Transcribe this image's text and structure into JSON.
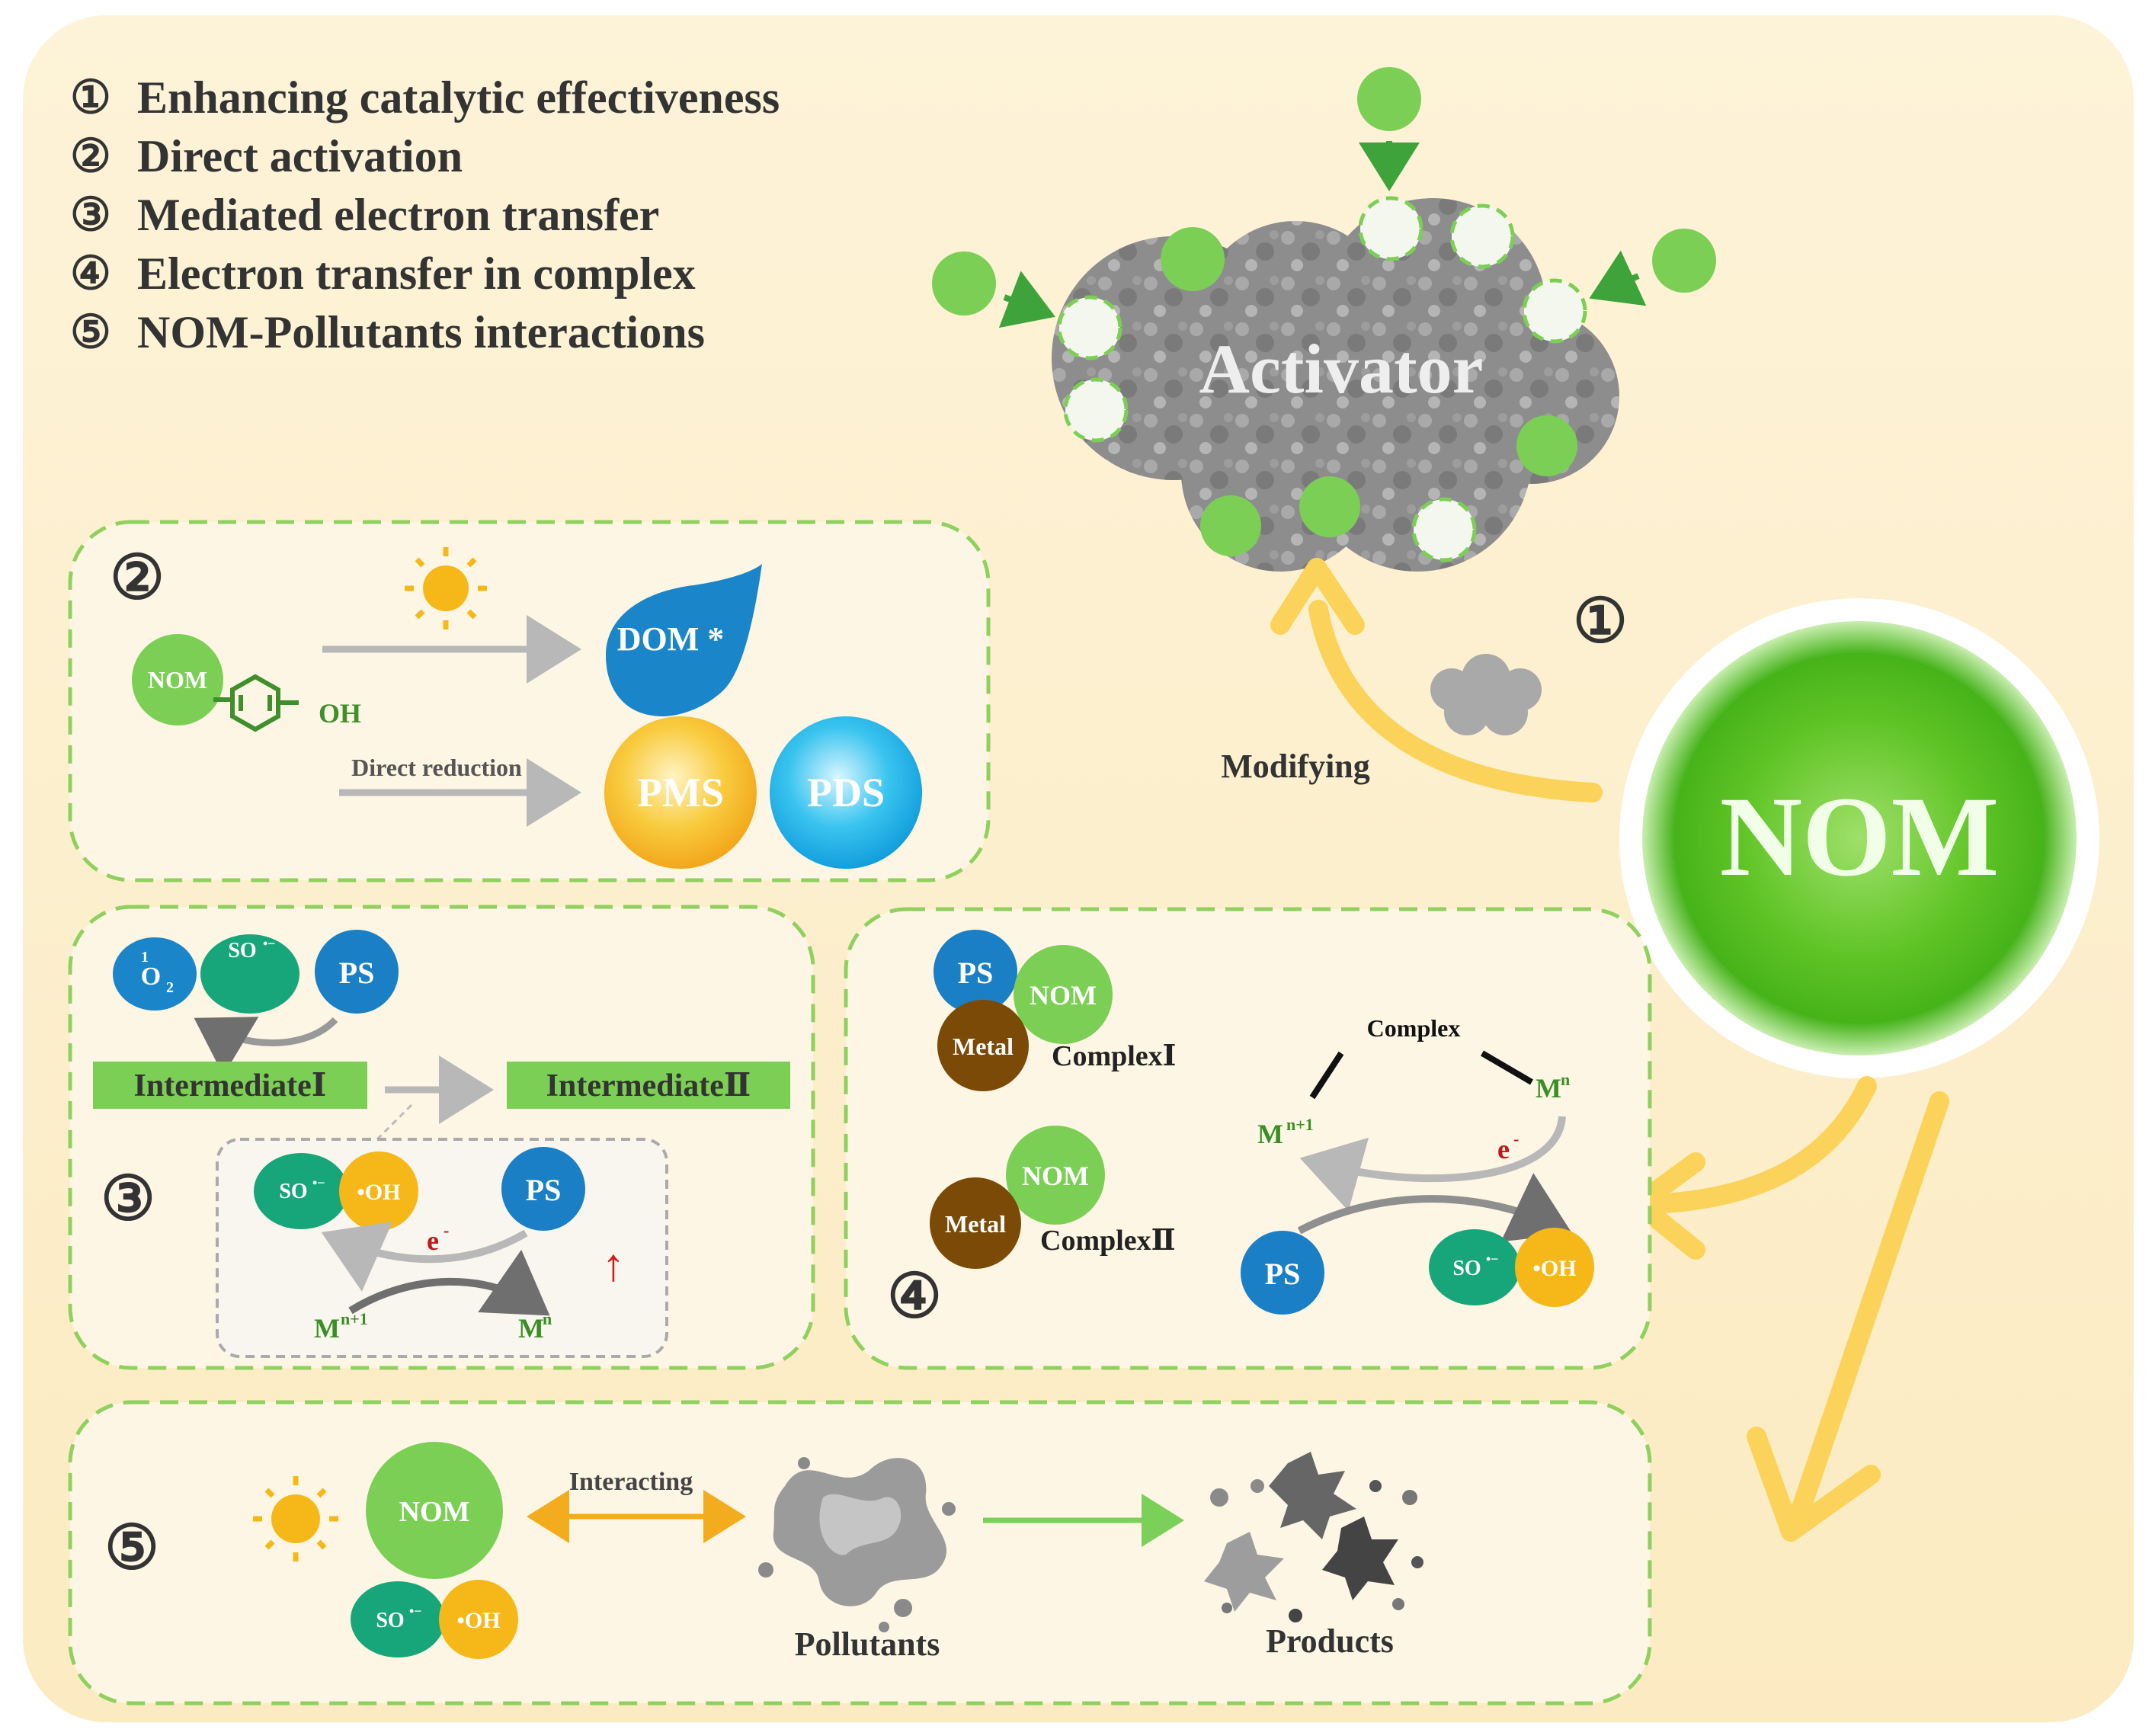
{
  "legend": {
    "items": [
      {
        "num": "①",
        "text": "Enhancing catalytic effectiveness"
      },
      {
        "num": "②",
        "text": "Direct activation"
      },
      {
        "num": "③",
        "text": "Mediated electron transfer"
      },
      {
        "num": "④",
        "text": "Electron transfer in complex"
      },
      {
        "num": "⑤",
        "text": "NOM-Pollutants interactions"
      }
    ]
  },
  "activator": {
    "label": "Activator"
  },
  "nom_main": {
    "label": "NOM"
  },
  "pathway1": {
    "number": "①",
    "label": "Modifying"
  },
  "panel2": {
    "number": "②",
    "nom": "NOM",
    "oh": "OH",
    "dom": "DOM *",
    "direct_reduction": "Direct reduction",
    "pms": "PMS",
    "pds": "PDS"
  },
  "panel3": {
    "number": "③",
    "singlet_main": "O",
    "singlet_pre": "1",
    "singlet_sub": "2",
    "so4": "SO",
    "so4_sup": "•−",
    "ps": "PS",
    "intermediate1": "IntermediateⅠ",
    "intermediate2": "IntermediateⅡ",
    "so4_inner": "SO",
    "oh_rad": "•OH",
    "ps_inner": "PS",
    "electron": "e",
    "electron_sup": "-",
    "up_arrow": "↑",
    "m_ox": "M",
    "m_ox_sup": "n+1",
    "m_red": "M",
    "m_red_sup": "n"
  },
  "panel4": {
    "number": "④",
    "ps": "PS",
    "nom": "NOM",
    "metal": "Metal",
    "complex1": "ComplexⅠ",
    "nom2": "NOM",
    "metal2": "Metal",
    "complex2": "ComplexⅡ",
    "complex": "Complex",
    "m_ox": "M",
    "m_ox_sup": "n+1",
    "m_red": "M",
    "m_red_sup": "n",
    "electron": "e",
    "electron_sup": "-",
    "ps_bottom": "PS",
    "so4": "SO",
    "so4_sup": "•−",
    "oh_rad": "•OH"
  },
  "panel5": {
    "number": "⑤",
    "nom": "NOM",
    "so4": "SO",
    "so4_sup": "•−",
    "oh_rad": "•OH",
    "interacting": "Interacting",
    "pollutants": "Pollutants",
    "products": "Products"
  },
  "colors": {
    "background": "#fdf1d2",
    "panel_border": "#8fd05e",
    "green_ball": "#7ccf55",
    "blue_ball": "#1a7fc4",
    "teal_ball": "#17a67a",
    "yellow_ball": "#f6b819",
    "brown_ball": "#7a4a06",
    "arrow_yellow": "#fbd35a",
    "arrow_grey": "#b8b8b8"
  }
}
